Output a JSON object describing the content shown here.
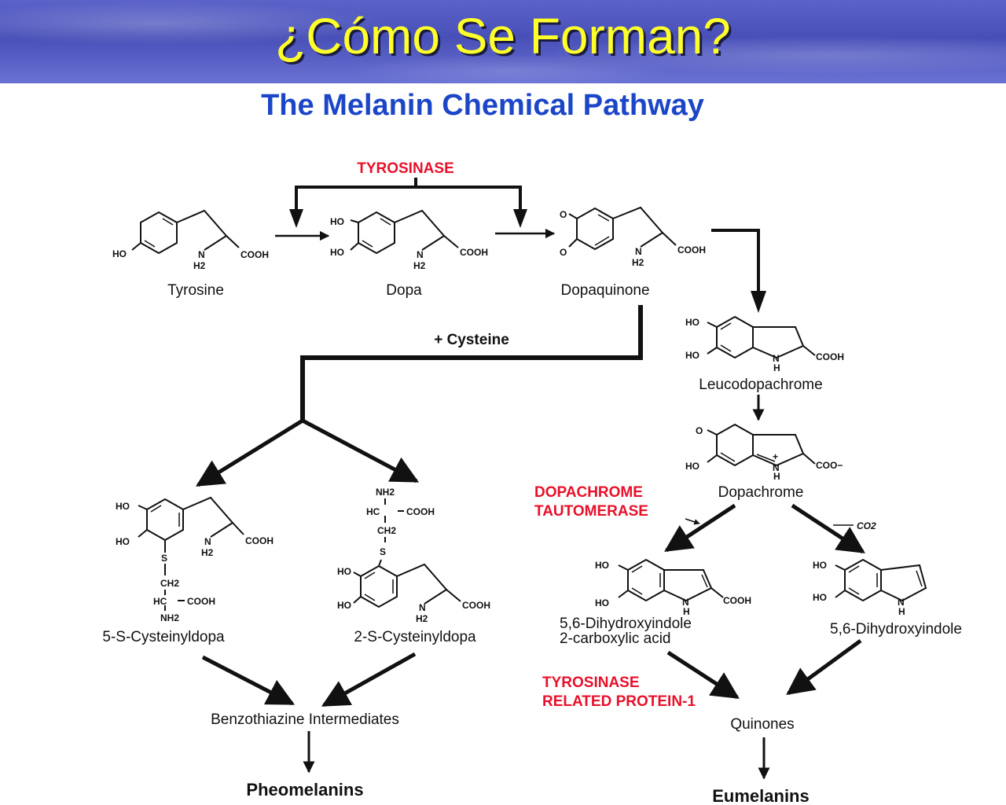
{
  "title": "¿Cómo Se Forman?",
  "subtitle": "The Melanin Chemical Pathway",
  "compounds": {
    "tyrosine": "Tyrosine",
    "dopa": "Dopa",
    "dopaquinone": "Dopaquinone",
    "leucodopachrome": "Leucodopachrome",
    "dopachrome": "Dopachrome",
    "dhica_line1": "5,6-Dihydroxyindole",
    "dhica_line2": "2-carboxylic acid",
    "dhi": "5,6-Dihydroxyindole",
    "cys5": "5-S-Cysteinyldopa",
    "cys2": "2-S-Cysteinyldopa",
    "benzothiazine": "Benzothiazine Intermediates",
    "quinones": "Quinones",
    "pheomelanins": "Pheomelanins",
    "eumelanins": "Eumelanins"
  },
  "reagents": {
    "cysteine": "+ Cysteine",
    "co2": "CO2"
  },
  "enzymes": {
    "tyrosinase": "TYROSINASE",
    "dct_line1": "DOPACHROME",
    "dct_line2": "TAUTOMERASE",
    "trp_line1": "TYROSINASE",
    "trp_line2": "RELATED PROTEIN-1"
  },
  "atoms": {
    "ho": "HO",
    "o": "O",
    "nh": "N",
    "h2": "H2",
    "h": "H",
    "cooh": "COOH",
    "coo": "COO−",
    "s": "S",
    "ch2": "CH2",
    "hc": "HC",
    "nh2": "NH2",
    "plus": "+"
  },
  "colors": {
    "title": "#ffff2a",
    "subtitle": "#1c46c8",
    "enzyme": "#e8102a",
    "banner": "#4f57c0"
  }
}
